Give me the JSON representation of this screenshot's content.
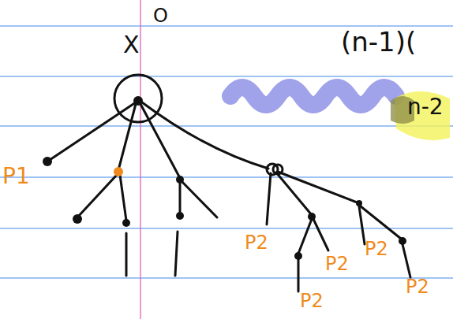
{
  "diagram": {
    "labels": [
      "X",
      "O",
      "(n-1)(",
      "n-2",
      "P1",
      "P2",
      "P2",
      "P2",
      "P2",
      "P2"
    ]
  }
}
